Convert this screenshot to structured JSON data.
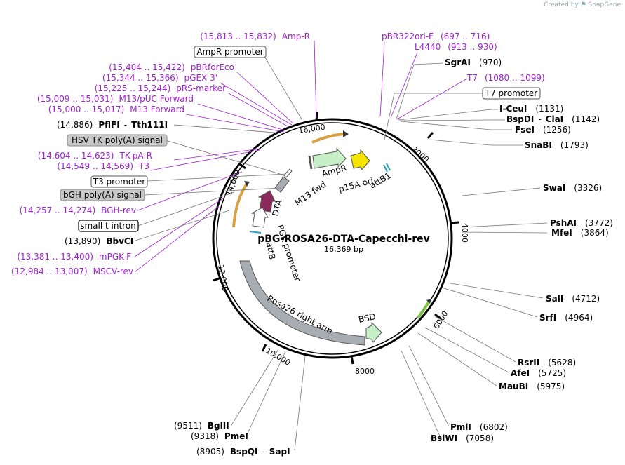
{
  "credit": {
    "created_by": "Created by",
    "brand": "SnapGene"
  },
  "plasmid": {
    "name": "pBG-ROSA26-DTA-Capecchi-rev",
    "size": "16,369 bp"
  },
  "colors": {
    "primer": "#a020d0",
    "enzyme": "#000000",
    "ampr": "#c8f0c8",
    "ori": "#f5e400",
    "dta": "#8b2a5a",
    "rosa_arm": "#a8adb4",
    "orf": "#d8a040"
  },
  "ticks": [
    "16,000",
    "2000",
    "4000",
    "6000",
    "8000",
    "10,000",
    "12,000",
    "14,000"
  ],
  "enzymes_left": [
    {
      "name": "PflFI",
      "name2": "Tth111I",
      "pos": "(14,886)"
    },
    {
      "name": "BbvCI",
      "pos": "(13,890)"
    }
  ],
  "enzymes_right": [
    {
      "name": "SgrAI",
      "pos": "(970)"
    },
    {
      "name": "I-CeuI",
      "pos": "(1131)"
    },
    {
      "name": "BspDI",
      "name2": "ClaI",
      "pos": "(1142)"
    },
    {
      "name": "FseI",
      "pos": "(1256)"
    },
    {
      "name": "SnaBI",
      "pos": "(1793)"
    },
    {
      "name": "SwaI",
      "pos": "(3326)"
    },
    {
      "name": "PshAI",
      "pos": "(3772)"
    },
    {
      "name": "MfeI",
      "pos": "(3864)"
    },
    {
      "name": "SalI",
      "pos": "(4712)"
    },
    {
      "name": "SrfI",
      "pos": "(4964)"
    },
    {
      "name": "RsrII",
      "pos": "(5628)"
    },
    {
      "name": "AfeI",
      "pos": "(5725)"
    },
    {
      "name": "MauBI",
      "pos": "(5975)"
    },
    {
      "name": "PmlI",
      "pos": "(6802)"
    },
    {
      "name": "BsiWI",
      "pos": "(7058)"
    }
  ],
  "enzymes_bottom": [
    {
      "name": "BglII",
      "pos": "(9511)"
    },
    {
      "name": "PmeI",
      "pos": "(9318)"
    },
    {
      "name": "BspQI",
      "name2": "SapI",
      "pos": "(8905)"
    }
  ],
  "primers_left": [
    {
      "name": "Amp-R",
      "pos": "(15,813 .. 15,832)"
    },
    {
      "name": "pBRforEco",
      "pos": "(15,404 .. 15,422)"
    },
    {
      "name": "pGEX 3'",
      "pos": "(15,344 .. 15,366)"
    },
    {
      "name": "pRS-marker",
      "pos": "(15,225 .. 15,244)"
    },
    {
      "name": "M13/pUC Forward",
      "pos": "(15,009 .. 15,031)"
    },
    {
      "name": "M13 Forward",
      "pos": "(15,000 .. 15,017)"
    },
    {
      "name": "TK-pA-R",
      "pos": "(14,604 .. 14,623)"
    },
    {
      "name": "T3",
      "pos": "(14,549 .. 14,569)"
    },
    {
      "name": "BGH-rev",
      "pos": "(14,257 .. 14,274)"
    },
    {
      "name": "mPGK-F",
      "pos": "(13,381 .. 13,400)"
    },
    {
      "name": "MSCV-rev",
      "pos": "(12,984 .. 13,007)"
    }
  ],
  "primers_right": [
    {
      "name": "pBR322ori-F",
      "pos": "(697 .. 716)"
    },
    {
      "name": "L4440",
      "pos": "(913 .. 930)"
    },
    {
      "name": "T7",
      "pos": "(1080 .. 1099)"
    }
  ],
  "boxed": [
    {
      "label": "AmpR promoter",
      "style": "white"
    },
    {
      "label": "T7 promoter",
      "style": "white"
    },
    {
      "label": "HSV TK poly(A) signal",
      "style": "gray"
    },
    {
      "label": "T3 promoter",
      "style": "white"
    },
    {
      "label": "bGH poly(A) signal",
      "style": "gray"
    },
    {
      "label": "small t intron",
      "style": "white-dark"
    }
  ],
  "features": {
    "ampr": "AmpR",
    "p15a": "p15A ori",
    "attb1": "attB1",
    "m13fwd": "M13 fwd",
    "dta": "DTA",
    "pgk": "PGK promoter",
    "attb": "attB",
    "rosa": "Rosa26 right arm",
    "bsd": "BSD"
  }
}
